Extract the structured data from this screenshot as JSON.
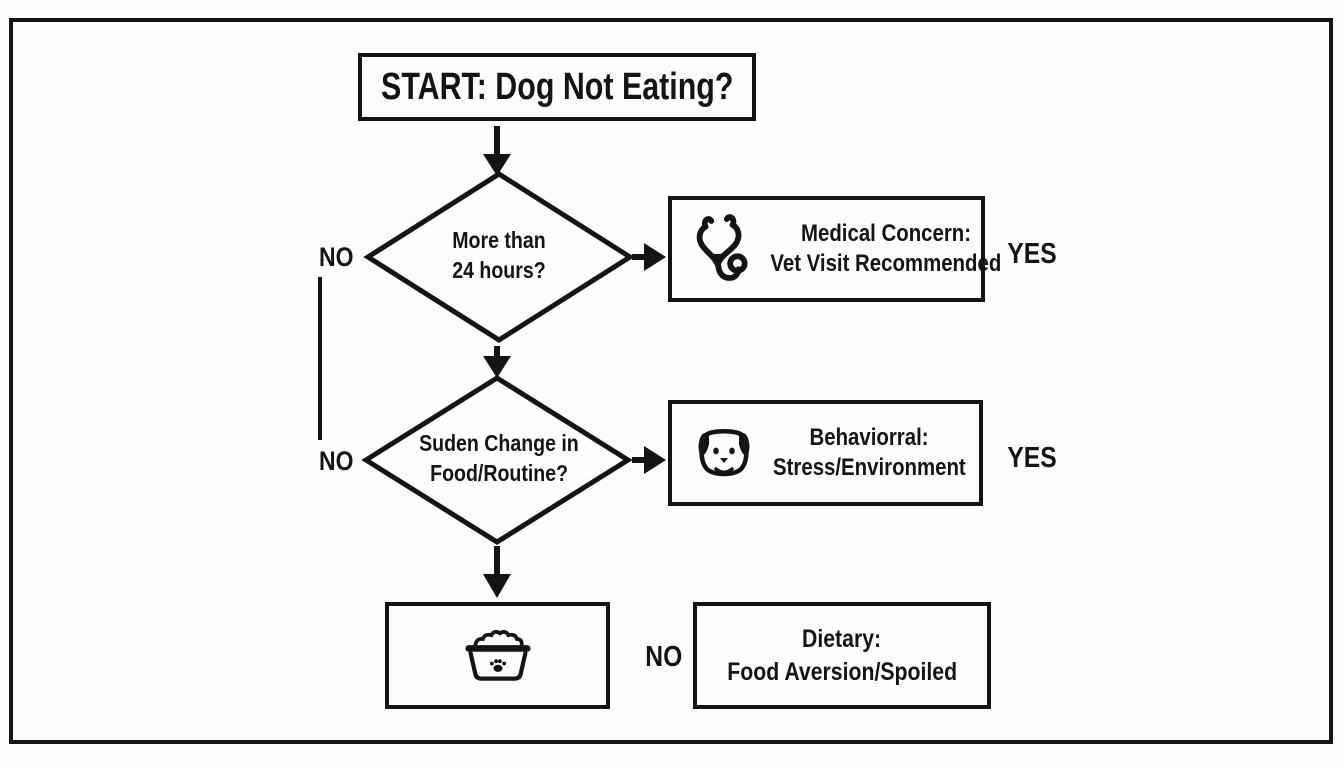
{
  "page": {
    "background": "#fcfdfe",
    "ink": "#141414"
  },
  "flowchart": {
    "title": "START: Dog Not Eating?",
    "decision1": {
      "line1": "More than",
      "line2": "24 hours?"
    },
    "decision2": {
      "line1": "Suden Change in",
      "line2": "Food/Routine?"
    },
    "outcomes": {
      "medical": {
        "icon": "stethoscope-icon",
        "line1": "Medical Concern:",
        "line2": "Vet Visit Recommended"
      },
      "behavioral": {
        "icon": "dog-face-icon",
        "line1": "Behaviorral:",
        "line2": "Stress/Environment"
      },
      "dietary": {
        "line1": "Dietary:",
        "line2": "Food Aversion/Spoiled"
      },
      "bowl": {
        "icon": "dog-bowl-icon"
      }
    },
    "labels": {
      "yes": "YES",
      "no": "NO"
    }
  }
}
